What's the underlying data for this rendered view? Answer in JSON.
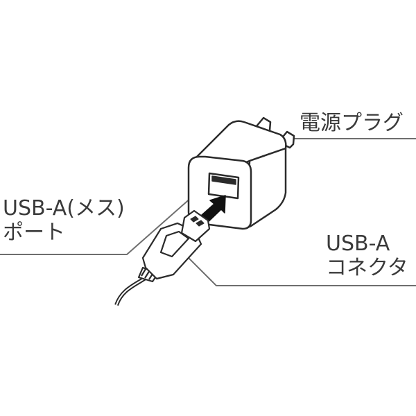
{
  "labels": {
    "power_plug": "電源プラグ",
    "usb_a_port_line1": "USB-A(メス)",
    "usb_a_port_line2": "ポート",
    "usb_a_connector_line1": "USB-A",
    "usb_a_connector_line2": "コネクタ"
  },
  "colors": {
    "outline": "#2b2b2b",
    "leader_line": "#6e6e6e",
    "text": "#3a3a3a",
    "arrow": "#111111",
    "background": "#ffffff"
  },
  "icons": {
    "adapter": "ac-adapter-icon",
    "cable": "usb-cable-icon",
    "arrow": "insert-arrow-icon"
  }
}
